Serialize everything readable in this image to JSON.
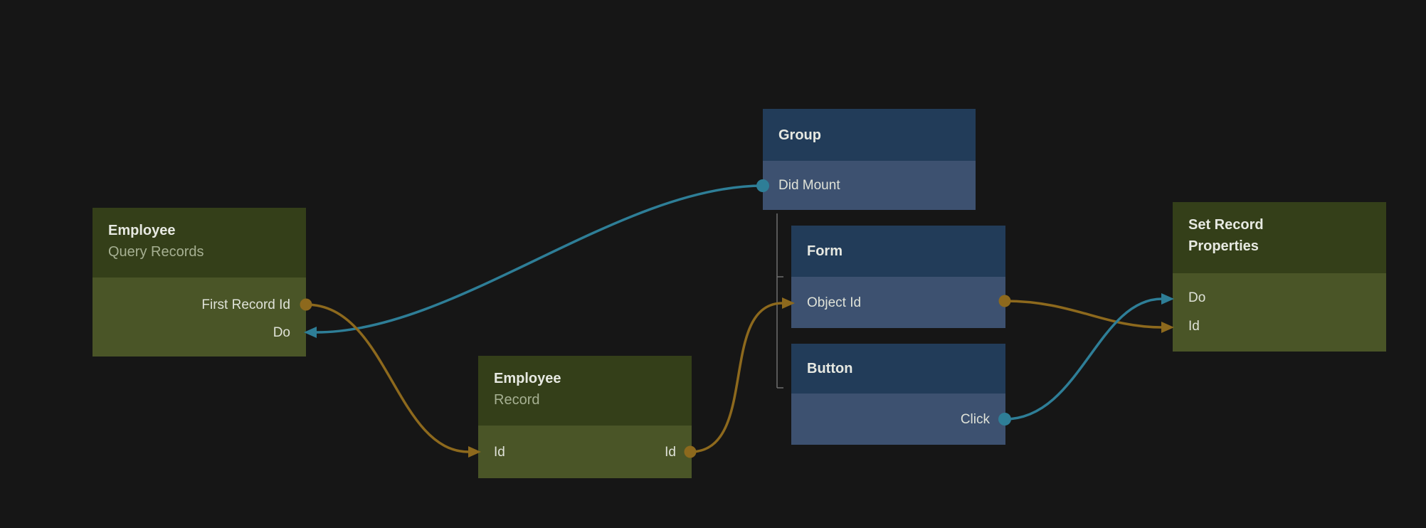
{
  "colors": {
    "background": "#161616",
    "data_node_header": "#343f19",
    "data_node_body": "#4a5527",
    "ui_node_header": "#223c59",
    "ui_node_body": "#3d5170",
    "wire_data": "#8d691d",
    "wire_signal": "#2e7e97",
    "tree_connector": "#6e6e6e",
    "title_text": "#e7e9e2",
    "subtitle_text": "#a6b092",
    "port_text": "#dfe2d8"
  },
  "nodes": [
    {
      "id": "employee-query-records",
      "category": "data",
      "title": "Employee",
      "subtitle": "Query Records",
      "ports": [
        {
          "label": "First Record Id",
          "direction": "output",
          "kind": "data"
        },
        {
          "label": "Do",
          "direction": "input",
          "kind": "signal"
        }
      ]
    },
    {
      "id": "group",
      "category": "ui",
      "title": "Group",
      "ports": [
        {
          "label": "Did Mount",
          "direction": "output",
          "kind": "signal"
        }
      ]
    },
    {
      "id": "form",
      "category": "ui",
      "title": "Form",
      "ports": [
        {
          "label": "Object Id",
          "direction": "input-output",
          "kind": "data"
        }
      ]
    },
    {
      "id": "button",
      "category": "ui",
      "title": "Button",
      "ports": [
        {
          "label": "Click",
          "direction": "output",
          "kind": "signal"
        }
      ]
    },
    {
      "id": "employee-record",
      "category": "data",
      "title": "Employee",
      "subtitle": "Record",
      "ports": [
        {
          "label": "Id",
          "direction": "input",
          "kind": "data"
        },
        {
          "label": "Id",
          "direction": "output",
          "kind": "data"
        }
      ]
    },
    {
      "id": "set-record-properties",
      "category": "data",
      "title": "Set Record Properties",
      "ports": [
        {
          "label": "Do",
          "direction": "input",
          "kind": "signal"
        },
        {
          "label": "Id",
          "direction": "input",
          "kind": "data"
        }
      ]
    }
  ],
  "edges": [
    {
      "from": "group.Did Mount",
      "to": "employee-query-records.Do",
      "kind": "signal"
    },
    {
      "from": "employee-query-records.First Record Id",
      "to": "employee-record.Id",
      "kind": "data"
    },
    {
      "from": "employee-record.Id",
      "to": "form.Object Id",
      "kind": "data"
    },
    {
      "from": "form.Object Id",
      "to": "set-record-properties.Id",
      "kind": "data"
    },
    {
      "from": "button.Click",
      "to": "set-record-properties.Do",
      "kind": "signal"
    }
  ],
  "hierarchy": [
    {
      "parent": "group",
      "children": [
        "form",
        "button"
      ]
    }
  ]
}
